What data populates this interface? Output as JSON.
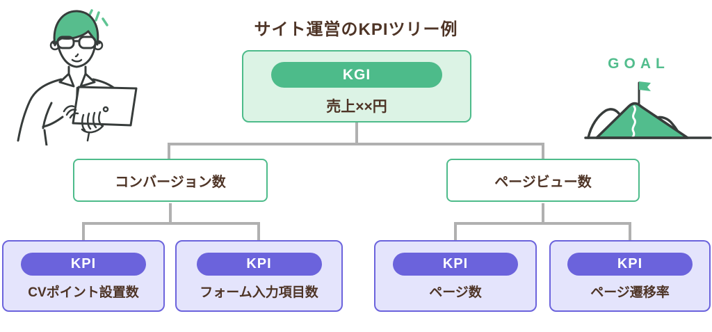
{
  "title": "サイト運営のKPIツリー例",
  "goal": {
    "label": "GOAL"
  },
  "tree": {
    "kgi": {
      "badge": "KGI",
      "value": "売上××円"
    },
    "branches": [
      {
        "label": "コンバージョン数"
      },
      {
        "label": "ページビュー数"
      }
    ],
    "kpis": [
      {
        "badge": "KPI",
        "label": "CVポイント設置数"
      },
      {
        "badge": "KPI",
        "label": "フォーム入力項目数"
      },
      {
        "badge": "KPI",
        "label": "ページ数"
      },
      {
        "badge": "KPI",
        "label": "ページ遷移率"
      }
    ]
  },
  "colors": {
    "green": "#4dbb8a",
    "green_light": "#dcf3e5",
    "purple": "#6b63dc",
    "purple_light": "#e4e4fc",
    "text_brown": "#4e3426",
    "connector_gray": "#b0b0b0",
    "goal_green": "#52bd8d",
    "outline_dark": "#373c3b"
  },
  "icons": {
    "person": "person-with-laptop-illustration",
    "mountain": "mountain-goal-flag-illustration",
    "flag": "goal-flag-icon"
  }
}
